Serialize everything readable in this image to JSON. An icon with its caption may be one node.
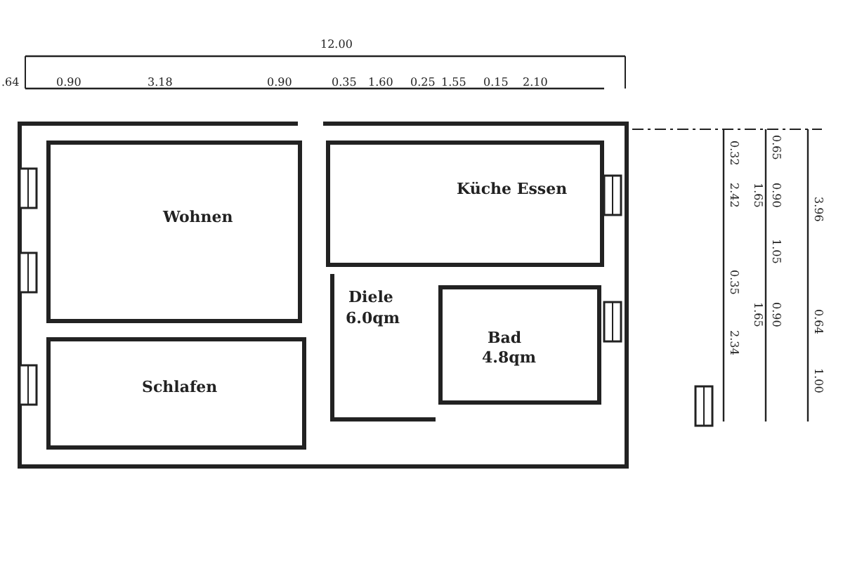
{
  "diagram": {
    "nodes": [
      {
        "text": [
          "Wohnen"
        ]
      },
      {
        "text": [
          "Küche Essen"
        ]
      },
      {
        "text": [
          "Diele",
          "6.0qm"
        ]
      },
      {
        "text": [
          "Bad",
          "4.8qm"
        ]
      },
      {
        "text": [
          "Schlafen"
        ]
      }
    ],
    "edges": [],
    "labels": [
      "12.00",
      ".64",
      "0.90",
      "3.18",
      "0.90",
      "0.35",
      "1.60",
      "0.25",
      "1.55",
      "0.15",
      "2.10",
      "0.32",
      "2.42",
      "0.35",
      "2.34",
      "0.65",
      "1.65",
      "0.90",
      "1.05",
      "1.65",
      "0.90",
      "3.96",
      "0.64",
      "1.00"
    ]
  }
}
